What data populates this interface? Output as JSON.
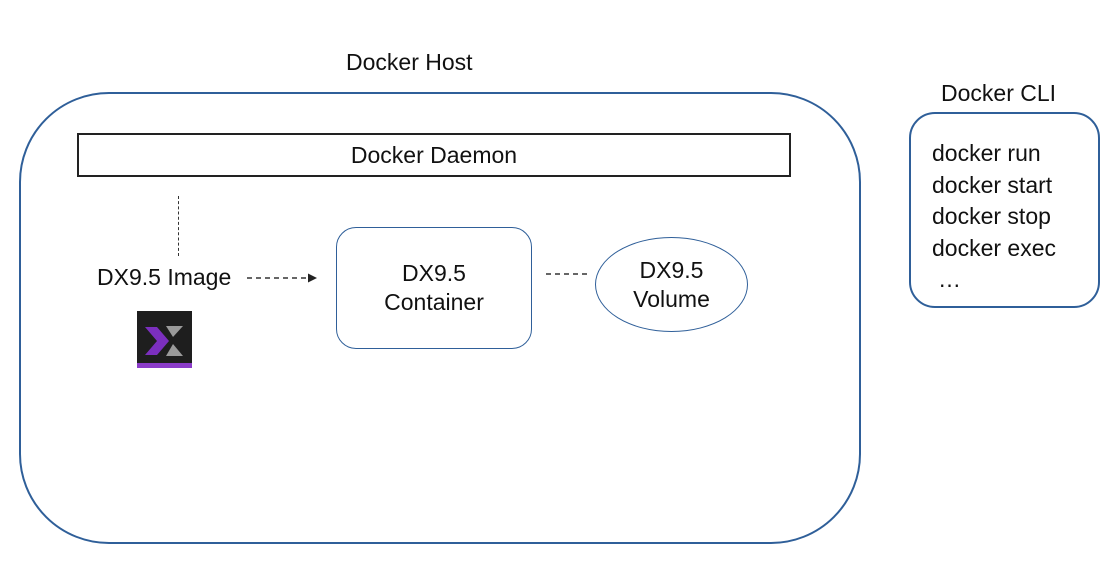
{
  "docker_host": {
    "title": "Docker Host",
    "daemon_label": "Docker Daemon",
    "image_label": "DX9.5 Image",
    "container_label_line1": "DX9.5",
    "container_label_line2": "Container",
    "volume_label_line1": "DX9.5",
    "volume_label_line2": "Volume",
    "logo_icon": "dx-logo-icon",
    "colors": {
      "border_blue": "#2f5f99",
      "logo_purple": "#7b2fbe",
      "logo_dark": "#1e1e1e"
    }
  },
  "docker_cli": {
    "title": "Docker CLI",
    "commands": [
      "docker run",
      "docker start",
      "docker stop",
      "docker exec",
      "…"
    ]
  }
}
